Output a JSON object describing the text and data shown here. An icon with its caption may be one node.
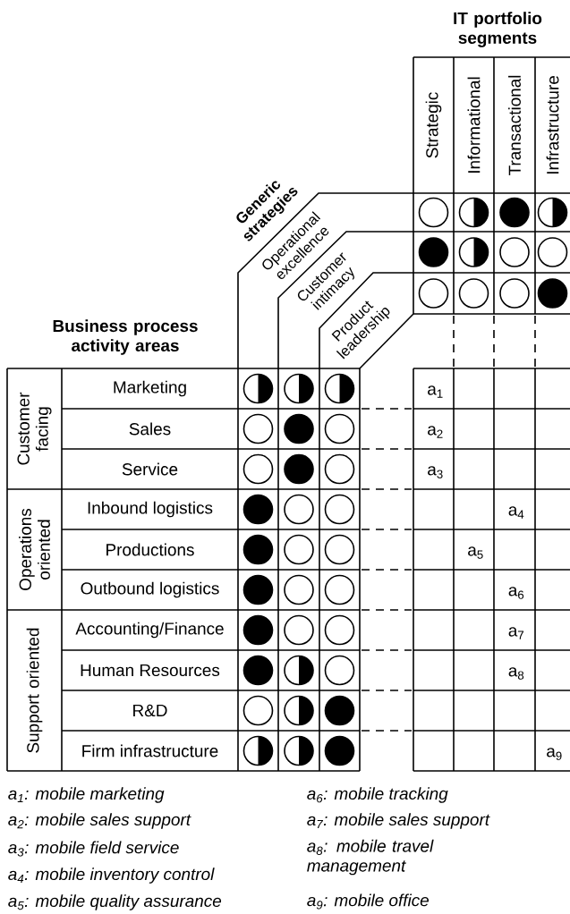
{
  "diagram": {
    "nodes": [
      {
        "text": [
          "Customer facing"
        ]
      },
      {
        "text": [
          "Operations oriented"
        ]
      },
      {
        "text": [
          "Support oriented"
        ]
      },
      {
        "text": [
          "Marketing"
        ]
      },
      {
        "text": [
          "Sales"
        ]
      },
      {
        "text": [
          "Service"
        ]
      },
      {
        "text": [
          "Inbound logistics"
        ]
      },
      {
        "text": [
          "Productions"
        ]
      },
      {
        "text": [
          "Outbound logistics"
        ]
      },
      {
        "text": [
          "Accounting/Finance"
        ]
      },
      {
        "text": [
          "Human Resources"
        ]
      },
      {
        "text": [
          "R&D"
        ]
      },
      {
        "text": [
          "Firm infrastructure"
        ]
      },
      {
        "text": [
          "Operational excellence"
        ]
      },
      {
        "text": [
          "Customer intimacy"
        ]
      },
      {
        "text": [
          "Product leadership"
        ]
      },
      {
        "text": [
          "Strategic"
        ]
      },
      {
        "text": [
          "Informational"
        ]
      },
      {
        "text": [
          "Transactional"
        ]
      },
      {
        "text": [
          "Infrastructure"
        ]
      },
      {
        "text": [],
        "shape": "half-disc"
      },
      {
        "text": [],
        "shape": "half-disc"
      },
      {
        "text": [],
        "shape": "half-disc"
      },
      {
        "text": [],
        "shape": "circle"
      },
      {
        "text": [],
        "shape": "disc"
      },
      {
        "text": [],
        "shape": "circle"
      },
      {
        "text": [],
        "shape": "circle"
      },
      {
        "text": [],
        "shape": "disc"
      },
      {
        "text": [],
        "shape": "circle"
      },
      {
        "text": [],
        "shape": "disc"
      },
      {
        "text": [],
        "shape": "circle"
      },
      {
        "text": [],
        "shape": "circle"
      },
      {
        "text": [],
        "shape": "disc"
      },
      {
        "text": [],
        "shape": "circle"
      },
      {
        "text": [],
        "shape": "circle"
      },
      {
        "text": [],
        "shape": "disc"
      },
      {
        "text": [],
        "shape": "circle"
      },
      {
        "text": [],
        "shape": "circle"
      },
      {
        "text": [],
        "shape": "disc"
      },
      {
        "text": [],
        "shape": "circle"
      },
      {
        "text": [],
        "shape": "circle"
      },
      {
        "text": [],
        "shape": "disc"
      },
      {
        "text": [],
        "shape": "half-disc"
      },
      {
        "text": [],
        "shape": "circle"
      },
      {
        "text": [],
        "shape": "circle"
      },
      {
        "text": [],
        "shape": "half-disc"
      },
      {
        "text": [],
        "shape": "disc"
      },
      {
        "text": [],
        "shape": "half-disc"
      },
      {
        "text": [],
        "shape": "half-disc"
      },
      {
        "text": [],
        "shape": "disc"
      },
      {
        "text": [],
        "shape": "circle"
      },
      {
        "text": [],
        "shape": "half-disc"
      },
      {
        "text": [],
        "shape": "disc"
      },
      {
        "text": [],
        "shape": "half-disc"
      },
      {
        "text": [],
        "shape": "disc"
      },
      {
        "text": [],
        "shape": "half-disc"
      },
      {
        "text": [],
        "shape": "circle"
      },
      {
        "text": [],
        "shape": "circle"
      },
      {
        "text": [],
        "shape": "circle"
      },
      {
        "text": [],
        "shape": "circle"
      },
      {
        "text": [],
        "shape": "circle"
      },
      {
        "text": [],
        "shape": "disc"
      }
    ],
    "labels": [
      "Business process activity areas",
      "Generic strategies",
      "IT portfolio segments",
      "a$_{1}$",
      "a$_{2}$",
      "a$_{3}$",
      "a$_{4}$",
      "a$_{5}$",
      "a$_{6}$",
      "a$_{7}$",
      "a$_{8}$",
      "a$_{9}$",
      "a$_{1}$: mobile marketing",
      "a$_{2}$: mobile sales support",
      "a$_{3}$: mobile field service",
      "a$_{4}$: mobile inventory control",
      "a$_{5}$: mobile quality assurance",
      "a$_{6}$: mobile tracking",
      "a$_{7}$: mobile sales support",
      "a$_{8}$: mobile travel management",
      "a$_{9}$: mobile office"
    ]
  }
}
